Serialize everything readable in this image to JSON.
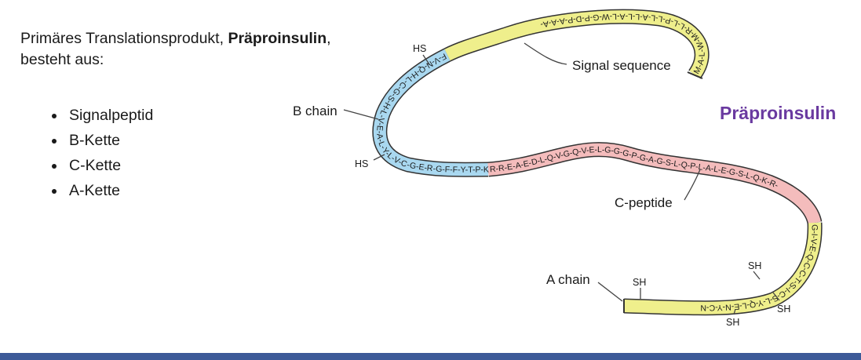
{
  "intro": {
    "line1_prefix": "Primäres Translationsprodukt, ",
    "line1_bold": "Präproinsulin",
    "line1_suffix": ",",
    "line2": "besteht aus:"
  },
  "bullets": [
    "Signalpeptid",
    "B-Kette",
    "C-Kette",
    "A-Kette"
  ],
  "diagram_title": "Präproinsulin",
  "labels": {
    "signal_sequence": "Signal sequence",
    "b_chain": "B chain",
    "c_peptide": "C-peptide",
    "a_chain": "A chain"
  },
  "groups": {
    "hs": "HS",
    "sh": "SH"
  },
  "sequences": {
    "signal": "M-A-L-W-M-R-L-L-P-L-L-A-L-L-A-L-W-G-P-D-P-A-A-A-",
    "b_chain": "F-V-N-Q-H-L-C-G-S-H-L-V-E-A-L-Y-L-V-C-G-E-R-G-F-F-Y-T-P-K-T-",
    "c_peptide": "R-R-E-A-E-D-L-Q-V-G-Q-V-E-L-G-G-G-P-G-A-G-S-L-Q-P-L-A-L-E-G-S-L-Q-K-R-",
    "a_chain": "G-I-V-E-Q-C-C-T-S-I-C-S-L-Y-Q-L-E-N-Y-C-N"
  },
  "colors": {
    "signal": "#efef8c",
    "b_chain": "#a9d8f0",
    "c_peptide": "#f4bcbc",
    "a_chain": "#efef8c",
    "title": "#6a3aa0",
    "footer": "#3d5a98"
  }
}
